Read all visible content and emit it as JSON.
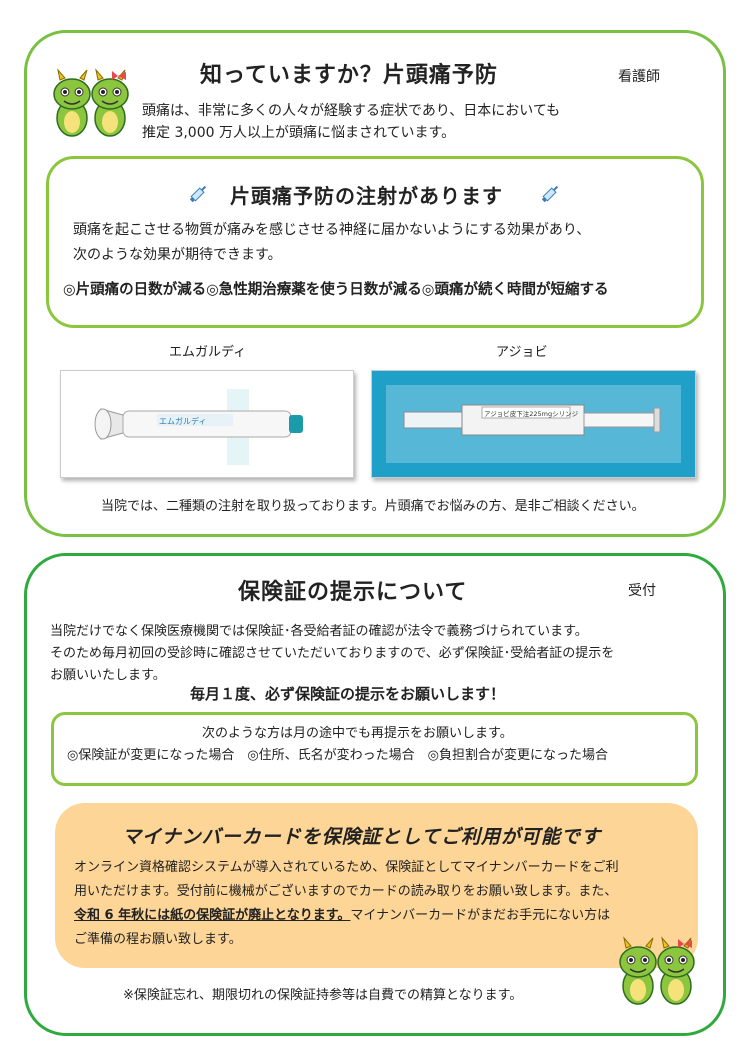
{
  "migraine": {
    "title": "知っていますか？片頭痛予防",
    "dept": "看護師",
    "intro_line1": "頭痛は、非常に多くの人々が経験する症状であり、日本においても",
    "intro_line2": "推定 3,000 万人以上が頭痛に悩まされています。",
    "injection": {
      "title": "片頭痛予防の注射があります",
      "desc_line1": "頭痛を起こさせる物質が痛みを感じさせる神経に届かないようにする効果があり、",
      "desc_line2": "次のような効果が期待できます。",
      "effects": "◎片頭痛の日数が減る◎急性期治療薬を使う日数が減る◎頭痛が続く時間が短縮する"
    },
    "drug1": "エムガルディ",
    "drug2": "アジョビ",
    "drug1_label": "エムガルディ",
    "drug2_label": "アジョビ皮下注225mgシリンジ",
    "footer": "当院では、二種類の注射を取り扱っております。片頭痛でお悩みの方、是非ご相談ください。"
  },
  "insurance": {
    "title": "保険証の提示について",
    "dept": "受付",
    "body_line1": "当院だけでなく保険医療機関では保険証･各受給者証の確認が法令で義務づけられています。",
    "body_line2": "そのため毎月初回の受診時に確認させていただいておりますので、必ず保険証･受給者証の提示を",
    "body_line3": "お願いいたします。",
    "emphasis": "毎月１度、必ず保険証の提示をお願いします！",
    "resubmit_line1": "次のような方は月の途中でも再提示をお願いします。",
    "resubmit_line2": "◎保険証が変更になった場合　◎住所、氏名が変わった場合　◎負担割合が変更になった場合",
    "myna": {
      "title": "マイナンバーカードを保険証としてご利用が可能です",
      "line1": "オンライン資格確認システムが導入されているため、保険証としてマイナンバーカードをご利",
      "line2": "用いただけます。受付前に機械がございますのでカードの読み取りをお願い致します。また、",
      "line3_underline": "令和 6 年秋には紙の保険証が廃止となります。",
      "line3_rest": "マイナンバーカードがまだお手元にない方は",
      "line4": "ご準備の程お願い致します。"
    },
    "note": "※保険証忘れ、期限切れの保険証持参等は自費での精算となります。"
  },
  "colors": {
    "green_light": "#7ac143",
    "green_dark": "#2faa3e",
    "orange_box": "#fdd597"
  },
  "icons": {
    "syringe": "syringe-icon",
    "mascot": "dragon-mascot-icon"
  }
}
